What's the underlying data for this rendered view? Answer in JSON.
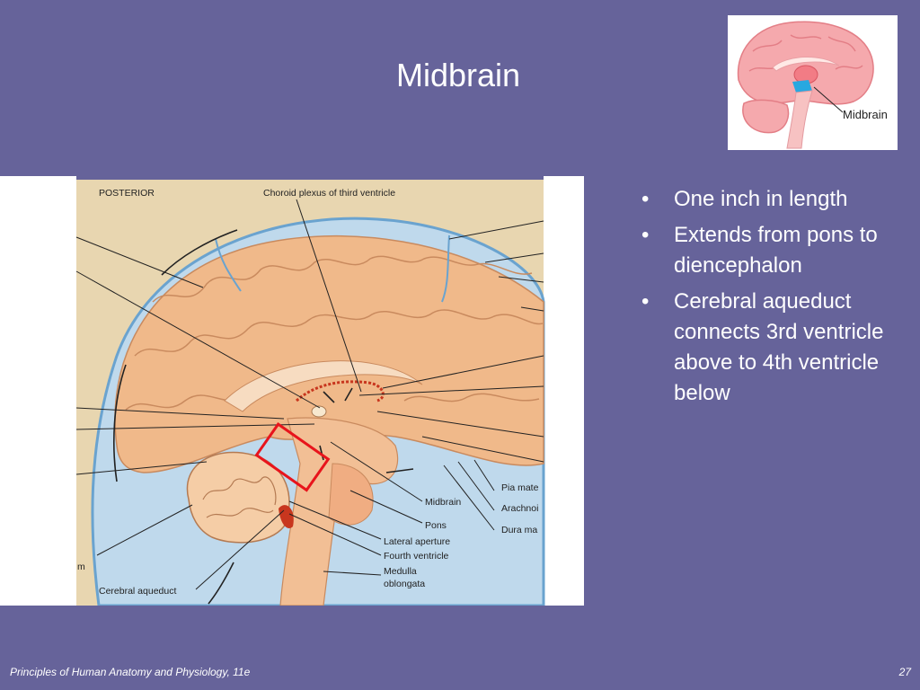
{
  "slide": {
    "title": "Midbrain",
    "page_number": "27"
  },
  "footer": {
    "text": "Principles of Human Anatomy and Physiology, 11e"
  },
  "thumbnail": {
    "label": "Midbrain"
  },
  "diagram": {
    "labels": {
      "posterior": "POSTERIOR",
      "choroid_plexus": "Choroid plexus of third ventricle",
      "midbrain": "Midbrain",
      "pons": "Pons",
      "lateral_aperture": "Lateral aperture",
      "fourth_ventricle": "Fourth ventricle",
      "medulla_1": "Medulla",
      "medulla_2": "oblongata",
      "cerebral_aqueduct": "Cerebral aqueduct",
      "pia_mater": "Pia mate",
      "arachnoid": "Arachnoi",
      "dura_mater": "Dura ma",
      "cut_left": "m"
    }
  },
  "bullets": [
    "One inch in length",
    "Extends from pons to diencephalon",
    "Cerebral aqueduct connects 3rd ventricle above to 4th ventricle below"
  ],
  "colors": {
    "background": "#66639a",
    "highlight_box": "#e8141c",
    "csf_blue": "#7fb2d8",
    "brain_tan": "#f0b98a"
  }
}
